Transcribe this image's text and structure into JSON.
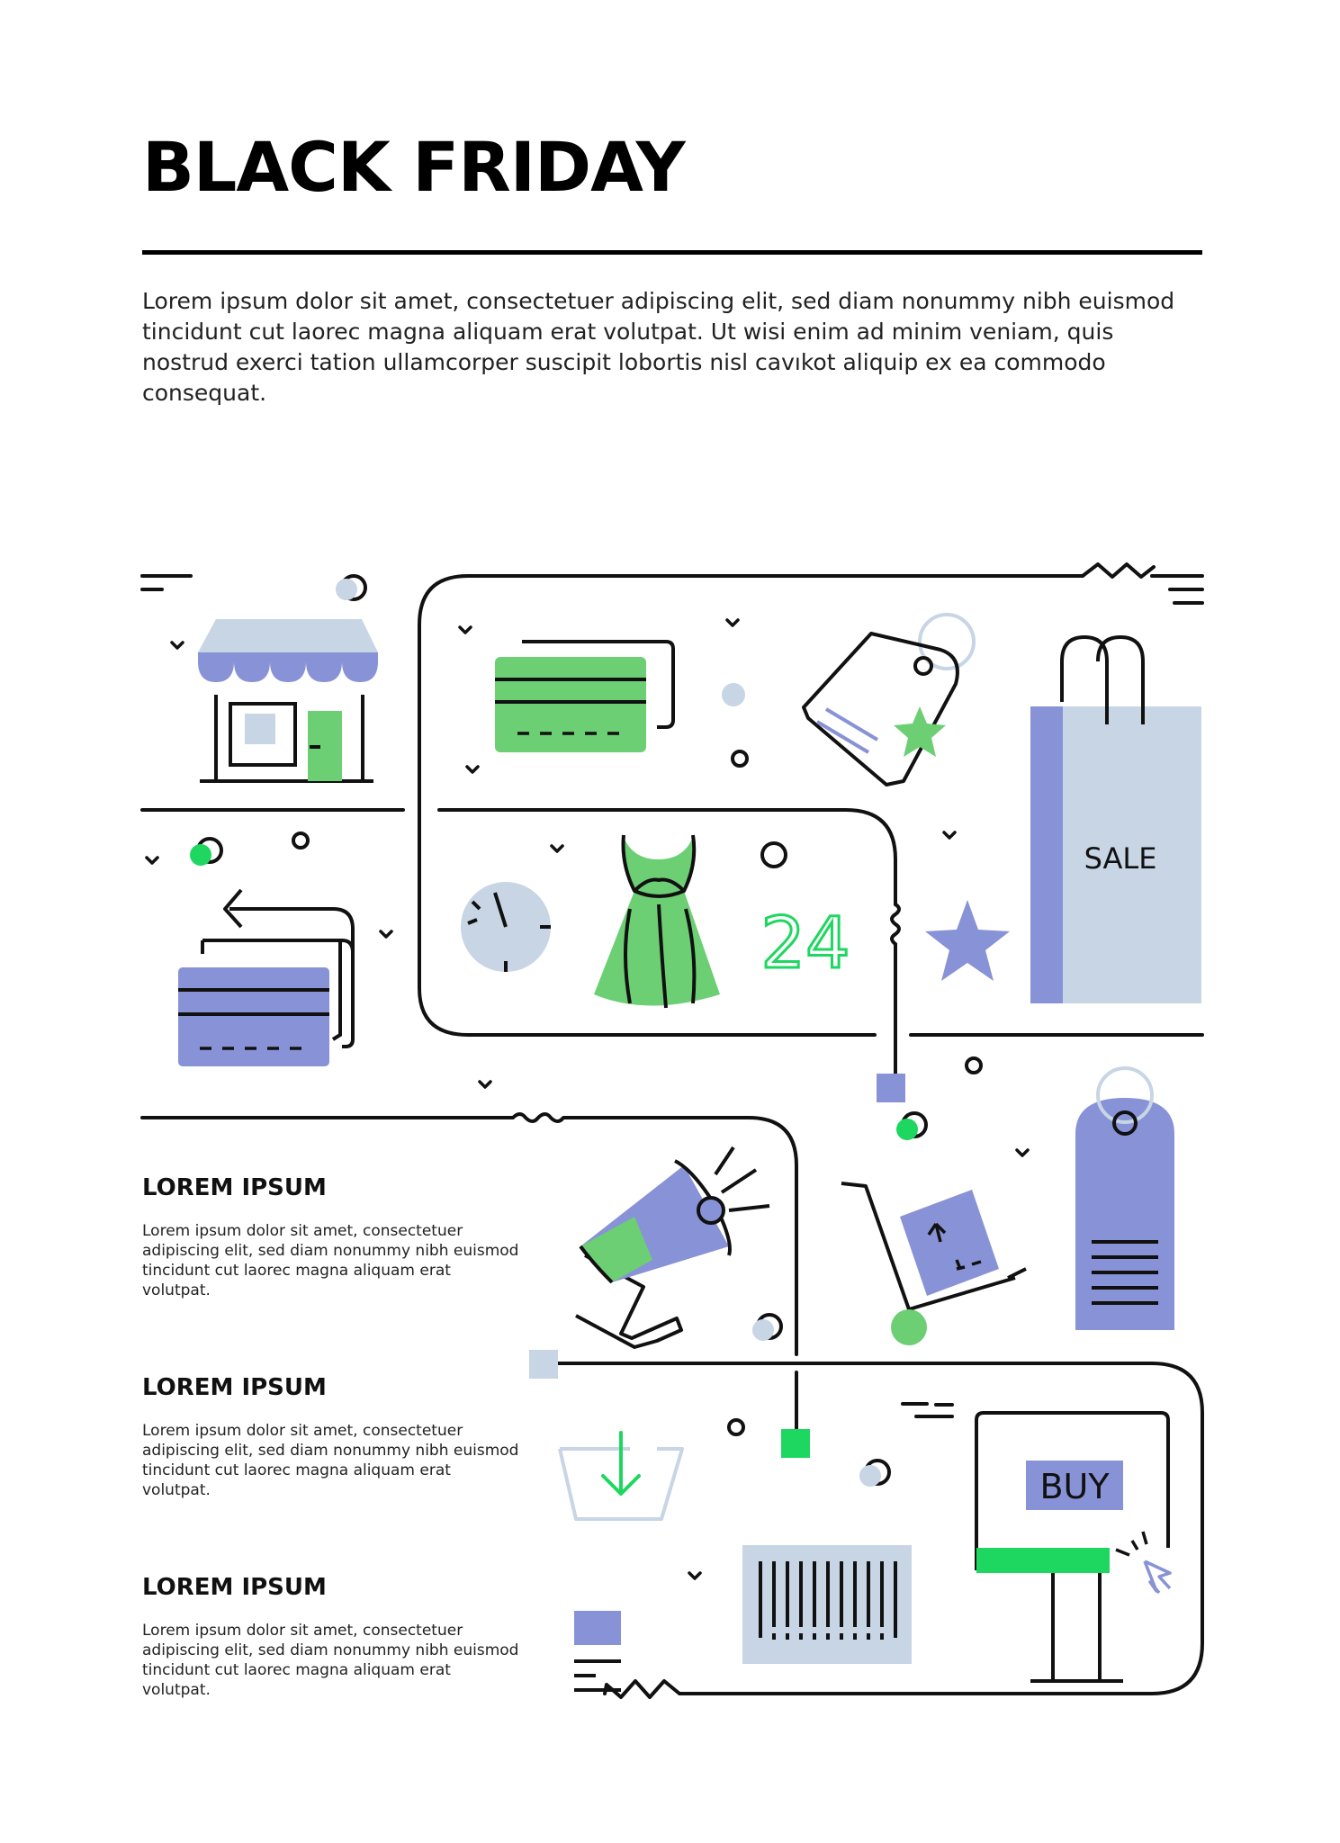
{
  "header": {
    "title": "BLACK FRIDAY",
    "intro": "Lorem ipsum dolor sit amet, consectetuer adipiscing elit, sed diam nonummy nibh euismod tincidunt cut laorec  magna aliquam erat volutpat. Ut wisi enim ad minim veniam, quis nostrud exerci tation ullamcorper suscipit lobortis nisl cavıkot aliquip ex ea commodo consequat."
  },
  "sections": [
    {
      "heading": "LOREM IPSUM",
      "body": "Lorem ipsum dolor sit amet, consectetuer adipiscing elit, sed diam nonummy nibh euismod tincidunt cut laorec  magna aliquam erat volutpat."
    },
    {
      "heading": "LOREM IPSUM",
      "body": "Lorem ipsum dolor sit amet, consectetuer adipiscing elit, sed diam nonummy nibh euismod tincidunt cut laorec  magna aliquam erat volutpat."
    },
    {
      "heading": "LOREM IPSUM",
      "body": "Lorem ipsum dolor sit amet, consectetuer adipiscing elit, sed diam nonummy nibh euismod tincidunt cut laorec  magna aliquam erat volutpat."
    }
  ],
  "illustration": {
    "sale_label": "SALE",
    "clock_number": "24",
    "buy_label": "BUY",
    "icons": [
      "store-icon",
      "credit-card-icon",
      "price-tag-icon",
      "shopping-bag-icon",
      "refund-card-icon",
      "clock-icon",
      "dress-icon",
      "star-icon",
      "megaphone-icon",
      "cart-icon",
      "hanging-tag-icon",
      "basket-icon",
      "barcode-icon",
      "kiosk-icon",
      "cursor-icon"
    ]
  },
  "colors": {
    "green": "#6ccf74",
    "bright_green": "#1ed760",
    "purple": "#8892d6",
    "light_blue": "#c7d5e4",
    "line": "#111111"
  }
}
